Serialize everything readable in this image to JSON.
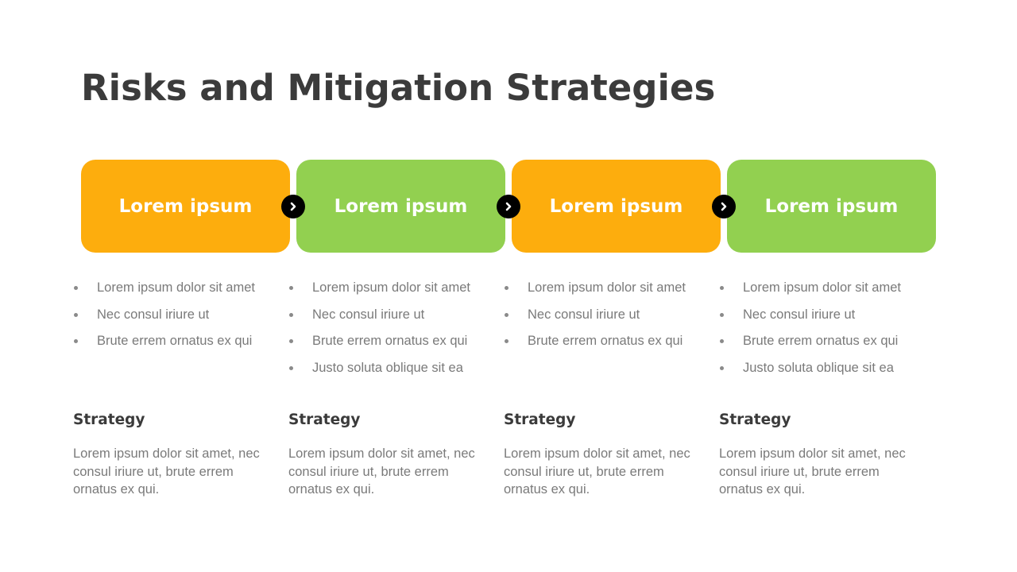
{
  "title": "Risks and Mitigation Strategies",
  "colors": {
    "orange": "#FDAD0D",
    "green": "#92D050",
    "title": "#3B3B3B",
    "body_text": "#7A7A7A",
    "arrow": "#000000"
  },
  "steps": [
    {
      "label": "Lorem ipsum",
      "color": "#FDAD0D",
      "bullets": [
        "Lorem ipsum dolor sit amet",
        "Nec consul iriure ut",
        "Brute errem ornatus ex qui"
      ],
      "strategy_title": "Strategy",
      "strategy_text": "Lorem ipsum dolor sit amet, nec consul iriure ut, brute errem ornatus ex qui."
    },
    {
      "label": "Lorem ipsum",
      "color": "#92D050",
      "bullets": [
        "Lorem ipsum dolor sit amet",
        "Nec consul iriure ut",
        "Brute errem ornatus ex qui",
        "Justo soluta oblique sit ea"
      ],
      "strategy_title": "Strategy",
      "strategy_text": "Lorem ipsum dolor sit amet, nec consul iriure ut, brute errem ornatus ex qui."
    },
    {
      "label": "Lorem ipsum",
      "color": "#FDAD0D",
      "bullets": [
        "Lorem ipsum dolor sit amet",
        "Nec consul iriure ut",
        "Brute errem ornatus ex qui"
      ],
      "strategy_title": "Strategy",
      "strategy_text": "Lorem ipsum dolor sit amet, nec consul iriure ut, brute errem ornatus ex qui."
    },
    {
      "label": "Lorem ipsum",
      "color": "#92D050",
      "bullets": [
        "Lorem ipsum dolor sit amet",
        "Nec consul iriure ut",
        "Brute errem ornatus ex qui",
        "Justo soluta oblique sit ea"
      ],
      "strategy_title": "Strategy",
      "strategy_text": "Lorem ipsum dolor sit amet, nec consul iriure ut, brute errem ornatus ex qui."
    }
  ],
  "arrows": [
    {
      "icon": "chevron-right-icon"
    },
    {
      "icon": "chevron-right-icon"
    },
    {
      "icon": "chevron-right-icon"
    }
  ]
}
